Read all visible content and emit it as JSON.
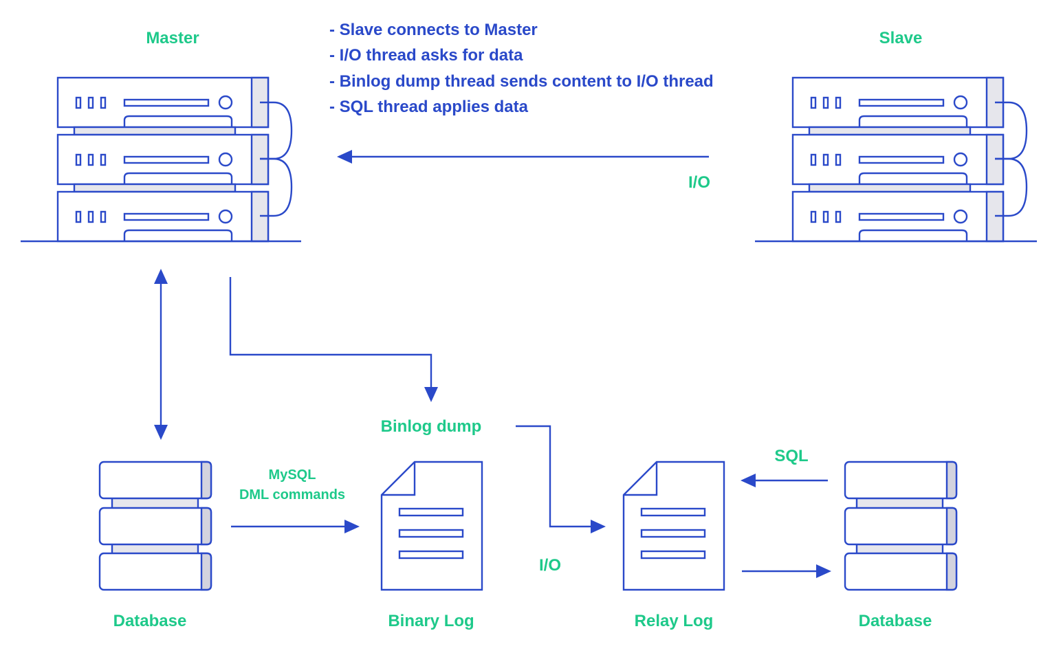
{
  "labels": {
    "master": "Master",
    "slave": "Slave",
    "io_top": "I/O",
    "binlog_dump": "Binlog dump",
    "mysql_line1": "MySQL",
    "mysql_line2": "DML commands",
    "sql": "SQL",
    "io_bottom": "I/O",
    "database_left": "Database",
    "binary_log": "Binary Log",
    "relay_log": "Relay Log",
    "database_right": "Database"
  },
  "steps": [
    "- Slave connects to Master",
    "- I/O thread asks for data",
    "- Binlog dump thread sends content to I/O thread",
    "- SQL thread applies data"
  ],
  "colors": {
    "accent_blue": "#2a49c9",
    "label_green": "#1ec98a",
    "panel_gray": "#e6e6ec",
    "cap_gray": "#d3d3de"
  }
}
